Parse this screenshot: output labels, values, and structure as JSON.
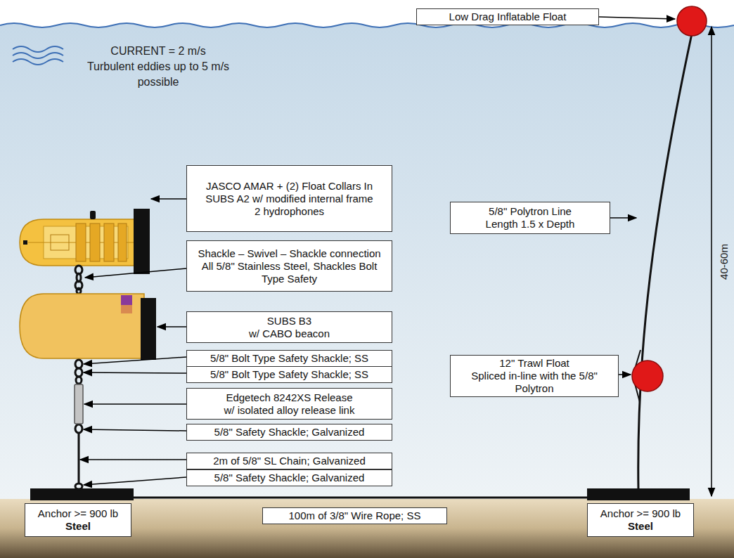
{
  "diagram": {
    "nodes": [
      {
        "text": [
          "Low Drag Inflatable Float"
        ]
      },
      {
        "text": [
          "JASCO AMAR + (2) Float Collars In SUBS A2 w/ modified internal frame",
          "2 hydrophones"
        ]
      },
      {
        "text": [
          "5/8\" Polytron Line",
          "Length 1.5 x Depth"
        ]
      },
      {
        "text": [
          "Shackle – Swivel – Shackle connection",
          "All 5/8\" Stainless Steel, Shackles Bolt Type Safety"
        ]
      },
      {
        "text": [
          "SUBS B3",
          "w/ CABO beacon"
        ]
      },
      {
        "text": [
          "5/8\" Bolt Type Safety Shackle; SS"
        ]
      },
      {
        "text": [
          "5/8\" Bolt Type Safety Shackle; SS"
        ]
      },
      {
        "text": [
          "Edgetech 8242XS Release",
          "w/ isolated alloy release link"
        ]
      },
      {
        "text": [
          "12\" Trawl Float",
          "Spliced in-line with the 5/8\" Polytron"
        ]
      },
      {
        "text": [
          "5/8\" Safety Shackle; Galvanized"
        ]
      },
      {
        "text": [
          "2m of 5/8\" SL Chain; Galvanized"
        ]
      },
      {
        "text": [
          "5/8\" Safety Shackle; Galvanized"
        ]
      },
      {
        "text": [
          "Anchor >= 900 lb",
          "Steel"
        ]
      },
      {
        "text": [
          "100m of 3/8\" Wire Rope; SS"
        ]
      },
      {
        "text": [
          "Anchor >= 900 lb",
          "Steel"
        ]
      }
    ],
    "labels": [
      "CURRENT = 2 m/s",
      "Turbulent eddies up to 5 m/s possible",
      "40-60m"
    ]
  }
}
